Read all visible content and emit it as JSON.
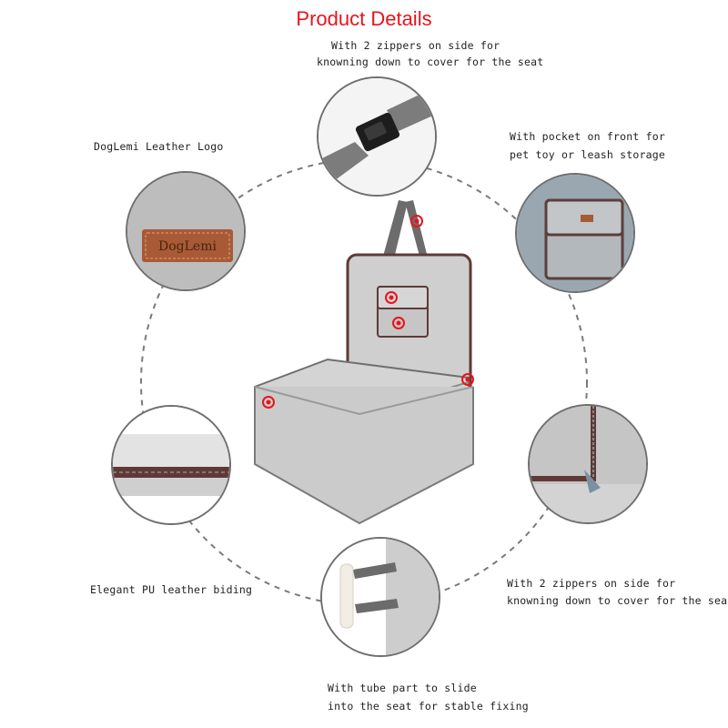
{
  "title": "Product Details",
  "captions": {
    "top": [
      "With 2 zippers on side for",
      "knowning down to  cover for the seat"
    ],
    "upper_left": "DogLemi  Leather  Logo",
    "upper_right": [
      "With pocket on front for",
      "pet toy or leash storage"
    ],
    "lower_left": "Elegant PU leather biding",
    "lower_right": [
      "With 2 zippers on side for",
      "knowning down to  cover for the seat"
    ],
    "bottom": [
      "With tube part to slide",
      "into the seat for stable fixing"
    ]
  },
  "logo_text": "DogLemi",
  "colors": {
    "title": "#e8141b",
    "felt": "#c9c9c9",
    "leather_trim": "#6b4a44",
    "logo_patch": "#a85a36",
    "marker": "#e8141b"
  }
}
